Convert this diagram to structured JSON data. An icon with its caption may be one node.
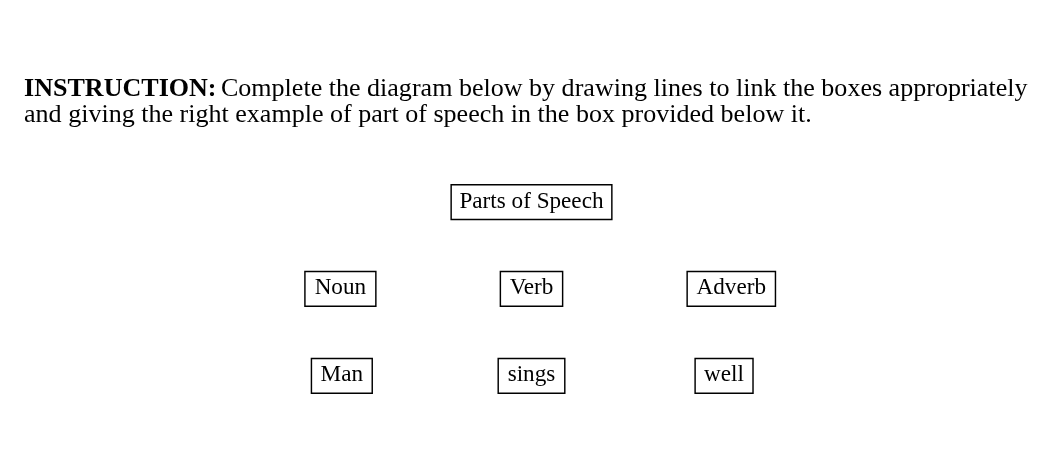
{
  "diagram": {
    "nodes": [
      {
        "text": [
          "Parts of Speech"
        ]
      },
      {
        "text": [
          "Noun"
        ]
      },
      {
        "text": [
          "Verb"
        ]
      },
      {
        "text": [
          "Adverb"
        ]
      },
      {
        "text": [
          "Man"
        ]
      },
      {
        "text": [
          "sings"
        ]
      },
      {
        "text": [
          "well"
        ]
      }
    ],
    "edges": [],
    "labels": [
      "**INSTRUCTION:** Complete the diagram below by drawing lines to link the boxes appropriately and giving the right example of part of speech in the box provided below it."
    ]
  }
}
